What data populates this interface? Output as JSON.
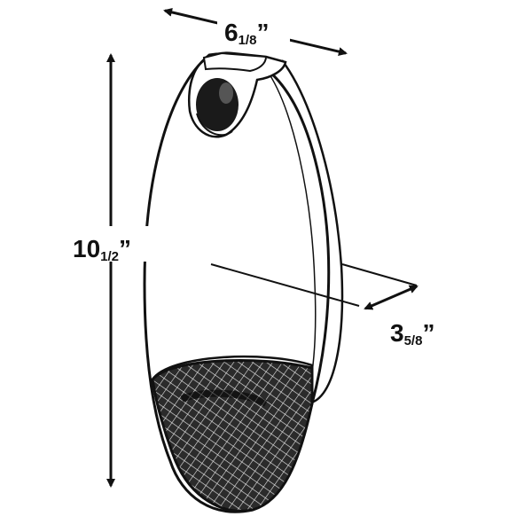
{
  "diagram": {
    "colors": {
      "ink": "#111111",
      "paper": "#ffffff",
      "lens_shadow": "#1a1a1a"
    },
    "dimensions": {
      "width": {
        "whole": "6",
        "fraction": "1/8",
        "unit": "”"
      },
      "height": {
        "whole": "10",
        "fraction": "1/2",
        "unit": "”"
      },
      "depth": {
        "whole": "3",
        "fraction": "5/8",
        "unit": "”"
      }
    }
  }
}
